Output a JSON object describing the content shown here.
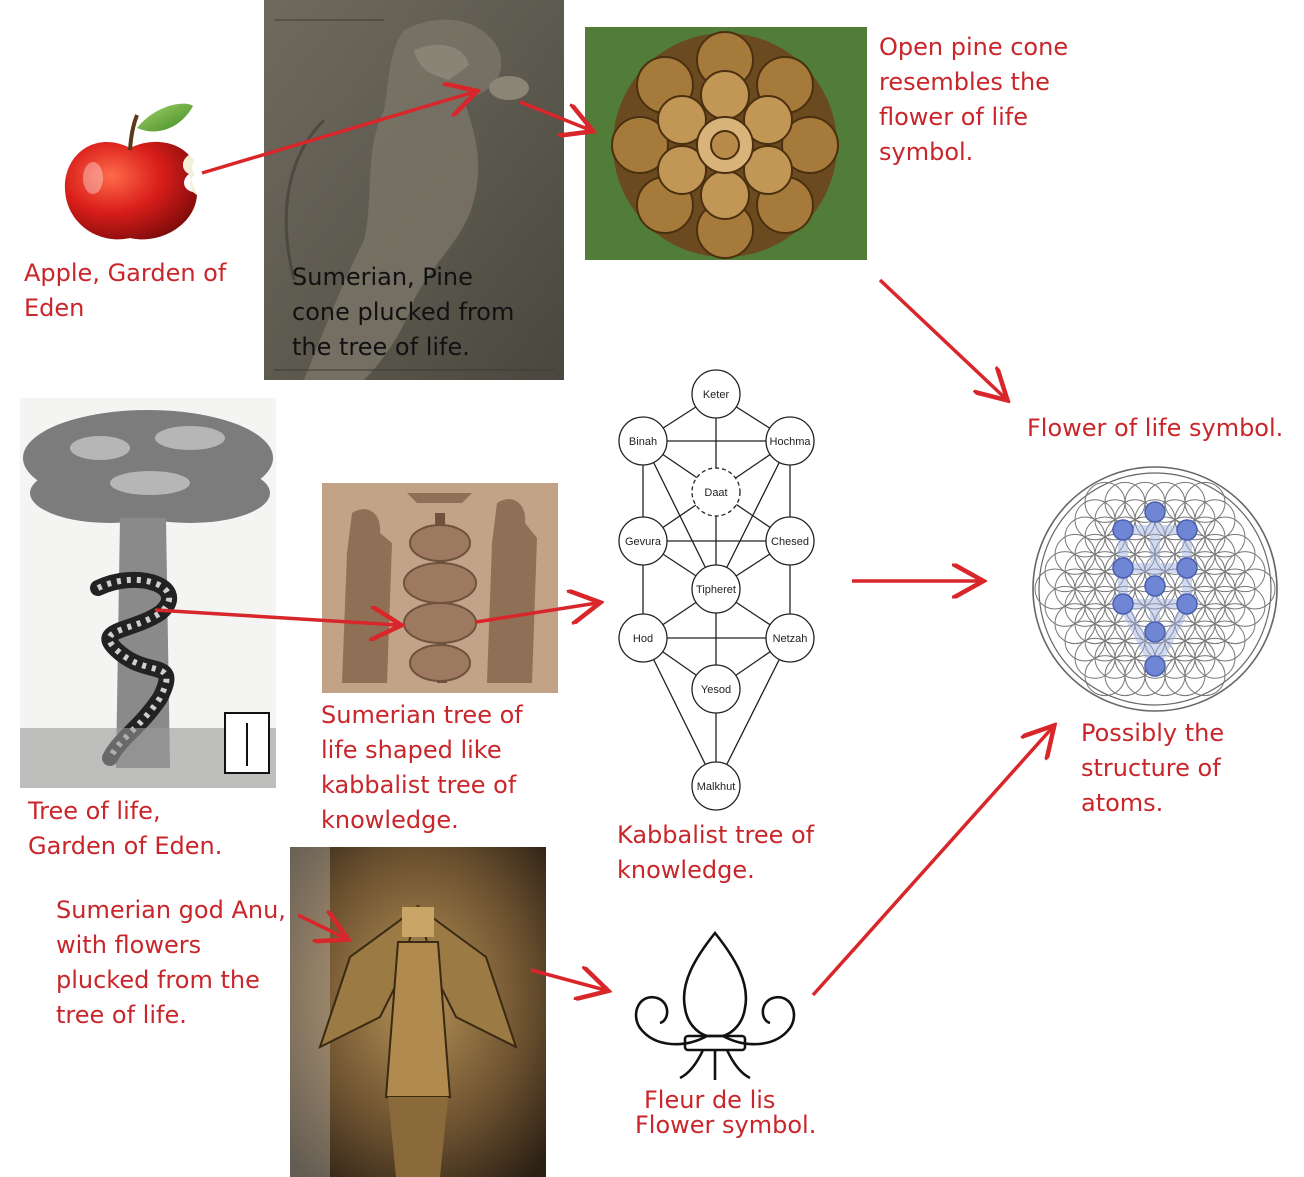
{
  "colors": {
    "accent_red": "#c8262a",
    "caption_dark": "#111111"
  },
  "captions": {
    "apple": "Apple, Garden of\nEden",
    "sumerian_pine": "Sumerian, Pine\ncone plucked from\nthe tree of life.",
    "pine_cone": "Open pine cone\nresembles the\nflower of life\nsymbol.",
    "flower_of_life": "Flower of life symbol.",
    "tree_of_life": "Tree of life,\nGarden of Eden.",
    "sumerian_tree": "Sumerian tree of\nlife shaped like\nkabbalist tree of\nknowledge.",
    "kabbalist_tree": "Kabbalist tree of\nknowledge.",
    "atoms": "Possibly the\nstructure of\natoms.",
    "anu": "Sumerian god Anu,\nwith flowers\nplucked from the\ntree of life.",
    "fleur_line1": "Fleur de lis",
    "fleur_line2": "Flower symbol."
  },
  "sefirot": {
    "keter": "Keter",
    "binah": "Binah",
    "hochma": "Hochma",
    "daat": "Daat",
    "gevura": "Gevura",
    "chesed": "Chesed",
    "tipheret": "Tipheret",
    "hod": "Hod",
    "netzah": "Netzah",
    "yesod": "Yesod",
    "malkhut": "Malkhut"
  },
  "images": [
    "red-apple",
    "sumerian-relief-pine-cone",
    "open-pine-cone",
    "tree-of-life-engraving",
    "sumerian-tree-relief",
    "anu-relief",
    "kabbalist-tree-diagram",
    "flower-of-life-symbol",
    "fleur-de-lis-symbol"
  ]
}
